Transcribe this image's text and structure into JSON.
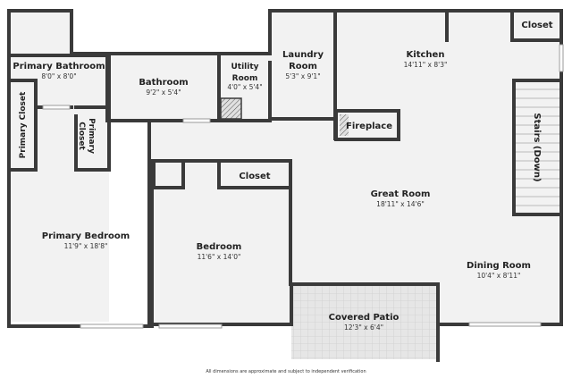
{
  "rooms": {
    "primary_bathroom": {
      "name": "Primary Bathroom",
      "dims": "8'0\" x 8'0\""
    },
    "bathroom": {
      "name": "Bathroom",
      "dims": "9'2\" x 5'4\""
    },
    "utility_room": {
      "name_line1": "Utility",
      "name_line2": "Room",
      "dims": "4'0\" x 5'4\""
    },
    "laundry_room": {
      "name_line1": "Laundry",
      "name_line2": "Room",
      "dims": "5'3\" x 9'1\""
    },
    "kitchen": {
      "name": "Kitchen",
      "dims": "14'11\" x 8'3\""
    },
    "closet_top_right": {
      "name": "Closet"
    },
    "primary_closet_left": {
      "name": "Primary Closet"
    },
    "primary_closet_inner": {
      "name_line1": "Primary",
      "name_line2": "Closet"
    },
    "fireplace": {
      "name": "Fireplace"
    },
    "closet_middle": {
      "name": "Closet"
    },
    "stairs": {
      "name": "Stairs (Down)"
    },
    "great_room": {
      "name": "Great Room",
      "dims": "18'11\" x 14'6\""
    },
    "primary_bedroom": {
      "name": "Primary Bedroom",
      "dims": "11'9\" x 18'8\""
    },
    "bedroom": {
      "name": "Bedroom",
      "dims": "11'6\" x 14'0\""
    },
    "dining_room": {
      "name": "Dining Room",
      "dims": "10'4\" x 8'11\""
    },
    "covered_patio": {
      "name": "Covered Patio",
      "dims": "12'3\" x 6'4\""
    }
  },
  "disclaimer": "All dimensions are approximate and subject to independent verification",
  "colors": {
    "wall": "#3a3a3a",
    "floor": "#f2f2f2",
    "patio": "#e4e4e4",
    "text": "#222222"
  }
}
